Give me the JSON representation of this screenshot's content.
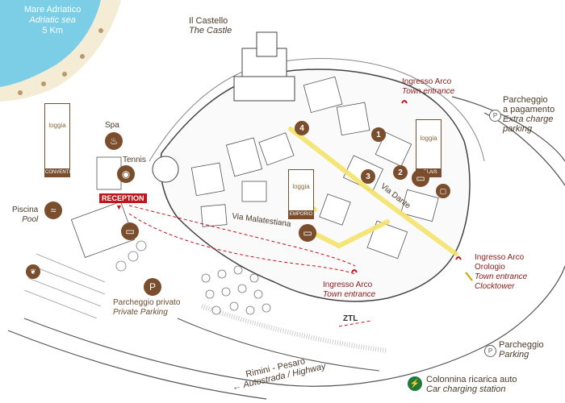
{
  "sea": {
    "name": "Mare Adriatico",
    "name_en": "Adriatic sea",
    "distance": "5 Km"
  },
  "castle": {
    "name": "Il Castello",
    "name_en": "The Castle"
  },
  "spa": "Spa",
  "tennis": "Tennis",
  "pool": {
    "name": "Piscina",
    "name_en": "Pool"
  },
  "reception": "RECEPTION",
  "badges": {
    "conventino": "CONVENTINO",
    "emporio": "EMPORIO",
    "relais": "RELAIS",
    "logo_text": "loggia"
  },
  "private_parking": {
    "name": "Parcheggio privato",
    "name_en": "Private Parking"
  },
  "entrance_top": {
    "name": "Ingresso Arco",
    "name_en": "Town entrance"
  },
  "entrance_bottom": {
    "name": "Ingresso Arco",
    "name_en": "Town entrance"
  },
  "entrance_clock": {
    "line1": "Ingresso Arco",
    "line2": "Orologio",
    "en1": "Town entrance",
    "en2": "Clocktower"
  },
  "extra_parking": {
    "line1": "Parcheggio",
    "line2": "a pagamento",
    "en1": "Extra charge",
    "en2": "parking"
  },
  "parking": {
    "name": "Parcheggio",
    "name_en": "Parking"
  },
  "streets": {
    "malatestiana": "Via Malatestiana",
    "dante": "Via Dante"
  },
  "ztl": "ZTL",
  "highway": {
    "line1": "Rimini - Pesaro",
    "line2": "Autostrada / Highway"
  },
  "charging": {
    "name": "Colonnina ricarica auto",
    "name_en": "Car charging station"
  },
  "pins": [
    "1",
    "2",
    "3",
    "4"
  ],
  "p_symbol": "P",
  "icons": {
    "spa": "spa-icon",
    "tennis": "tennis-icon",
    "pool": "swimmer-icon",
    "bed": "bed-icon",
    "parking": "parking-icon",
    "ev": "ev-charger-icon"
  },
  "colors": {
    "brown": "#7a4e2c",
    "red": "#c0151b",
    "yellow": "#f3e36b",
    "sea": "#7ccde6"
  }
}
